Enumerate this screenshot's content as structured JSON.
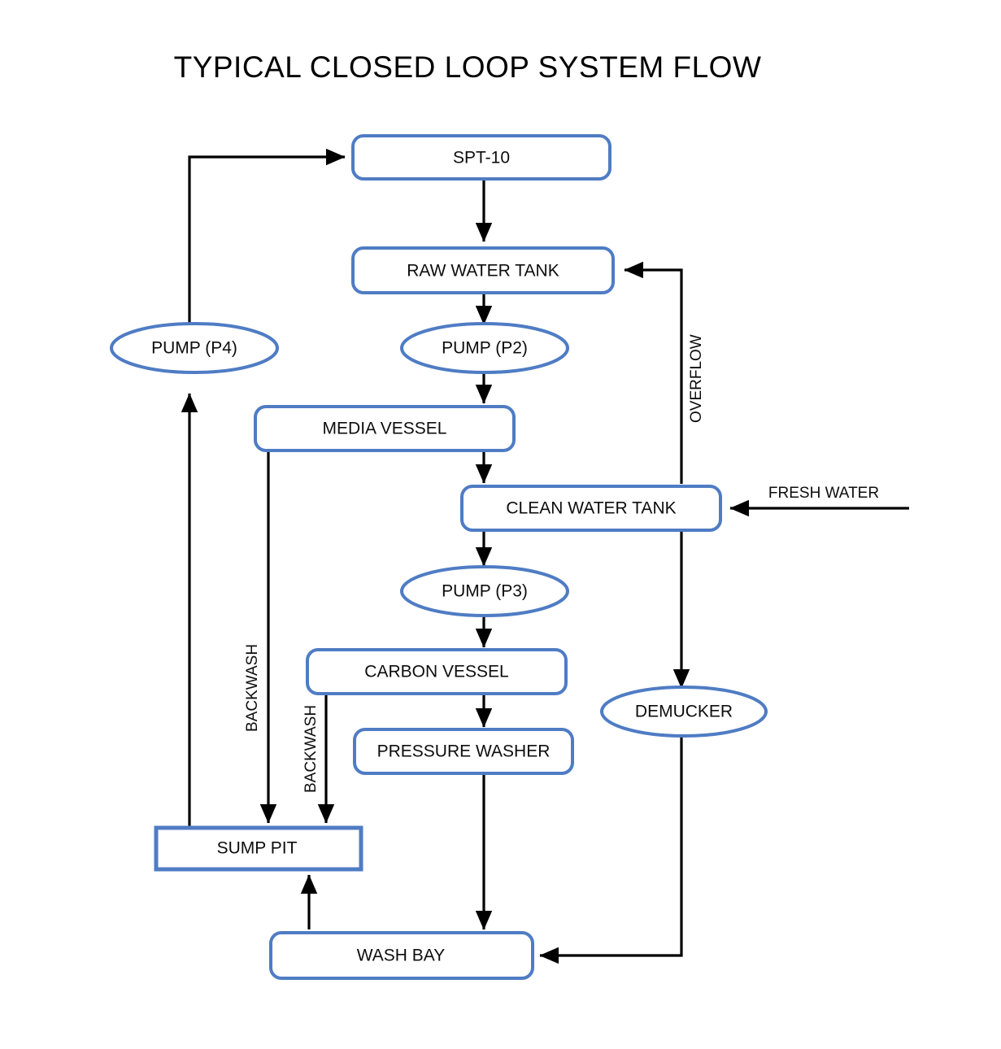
{
  "title": "TYPICAL CLOSED LOOP SYSTEM FLOW",
  "colors": {
    "node_border": "#4F7CC4",
    "node_fill": "#FFFFFF",
    "edge": "#000000",
    "text": "#0D0D0D",
    "background": "#FFFFFF"
  },
  "nodes": {
    "spt10": {
      "label": "SPT-10",
      "shape": "rounded-rect"
    },
    "raw_water_tank": {
      "label": "RAW WATER TANK",
      "shape": "rounded-rect"
    },
    "pump_p4": {
      "label": "PUMP (P4)",
      "shape": "ellipse"
    },
    "pump_p2": {
      "label": "PUMP (P2)",
      "shape": "ellipse"
    },
    "media_vessel": {
      "label": "MEDIA VESSEL",
      "shape": "rounded-rect"
    },
    "clean_water_tank": {
      "label": "CLEAN WATER TANK",
      "shape": "rounded-rect"
    },
    "pump_p3": {
      "label": "PUMP (P3)",
      "shape": "ellipse"
    },
    "carbon_vessel": {
      "label": "CARBON VESSEL",
      "shape": "rounded-rect"
    },
    "pressure_washer": {
      "label": "PRESSURE WASHER",
      "shape": "rounded-rect"
    },
    "demucker": {
      "label": "DEMUCKER",
      "shape": "ellipse"
    },
    "sump_pit": {
      "label": "SUMP PIT",
      "shape": "rect"
    },
    "wash_bay": {
      "label": "WASH BAY",
      "shape": "rounded-rect"
    }
  },
  "edge_labels": {
    "overflow": "OVERFLOW",
    "fresh_water": "FRESH WATER",
    "backwash_media": "BACKWASH",
    "backwash_carbon": "BACKWASH"
  },
  "edges": [
    {
      "from": "pump_p4",
      "to": "spt10",
      "label": ""
    },
    {
      "from": "spt10",
      "to": "raw_water_tank",
      "label": ""
    },
    {
      "from": "raw_water_tank",
      "to": "pump_p2",
      "label": ""
    },
    {
      "from": "pump_p2",
      "to": "media_vessel",
      "label": ""
    },
    {
      "from": "media_vessel",
      "to": "clean_water_tank",
      "label": ""
    },
    {
      "from": "media_vessel",
      "to": "sump_pit",
      "label": "BACKWASH"
    },
    {
      "from": "clean_water_tank",
      "to": "raw_water_tank",
      "label": "OVERFLOW"
    },
    {
      "from": "clean_water_tank",
      "to": "pump_p3",
      "label": ""
    },
    {
      "from": "clean_water_tank",
      "to": "demucker",
      "label": ""
    },
    {
      "from": "fresh_water_source",
      "to": "clean_water_tank",
      "label": "FRESH WATER"
    },
    {
      "from": "pump_p3",
      "to": "carbon_vessel",
      "label": ""
    },
    {
      "from": "carbon_vessel",
      "to": "pressure_washer",
      "label": ""
    },
    {
      "from": "carbon_vessel",
      "to": "sump_pit",
      "label": "BACKWASH"
    },
    {
      "from": "pressure_washer",
      "to": "wash_bay",
      "label": ""
    },
    {
      "from": "demucker",
      "to": "wash_bay",
      "label": ""
    },
    {
      "from": "wash_bay",
      "to": "sump_pit",
      "label": ""
    },
    {
      "from": "sump_pit",
      "to": "pump_p4",
      "label": ""
    }
  ]
}
